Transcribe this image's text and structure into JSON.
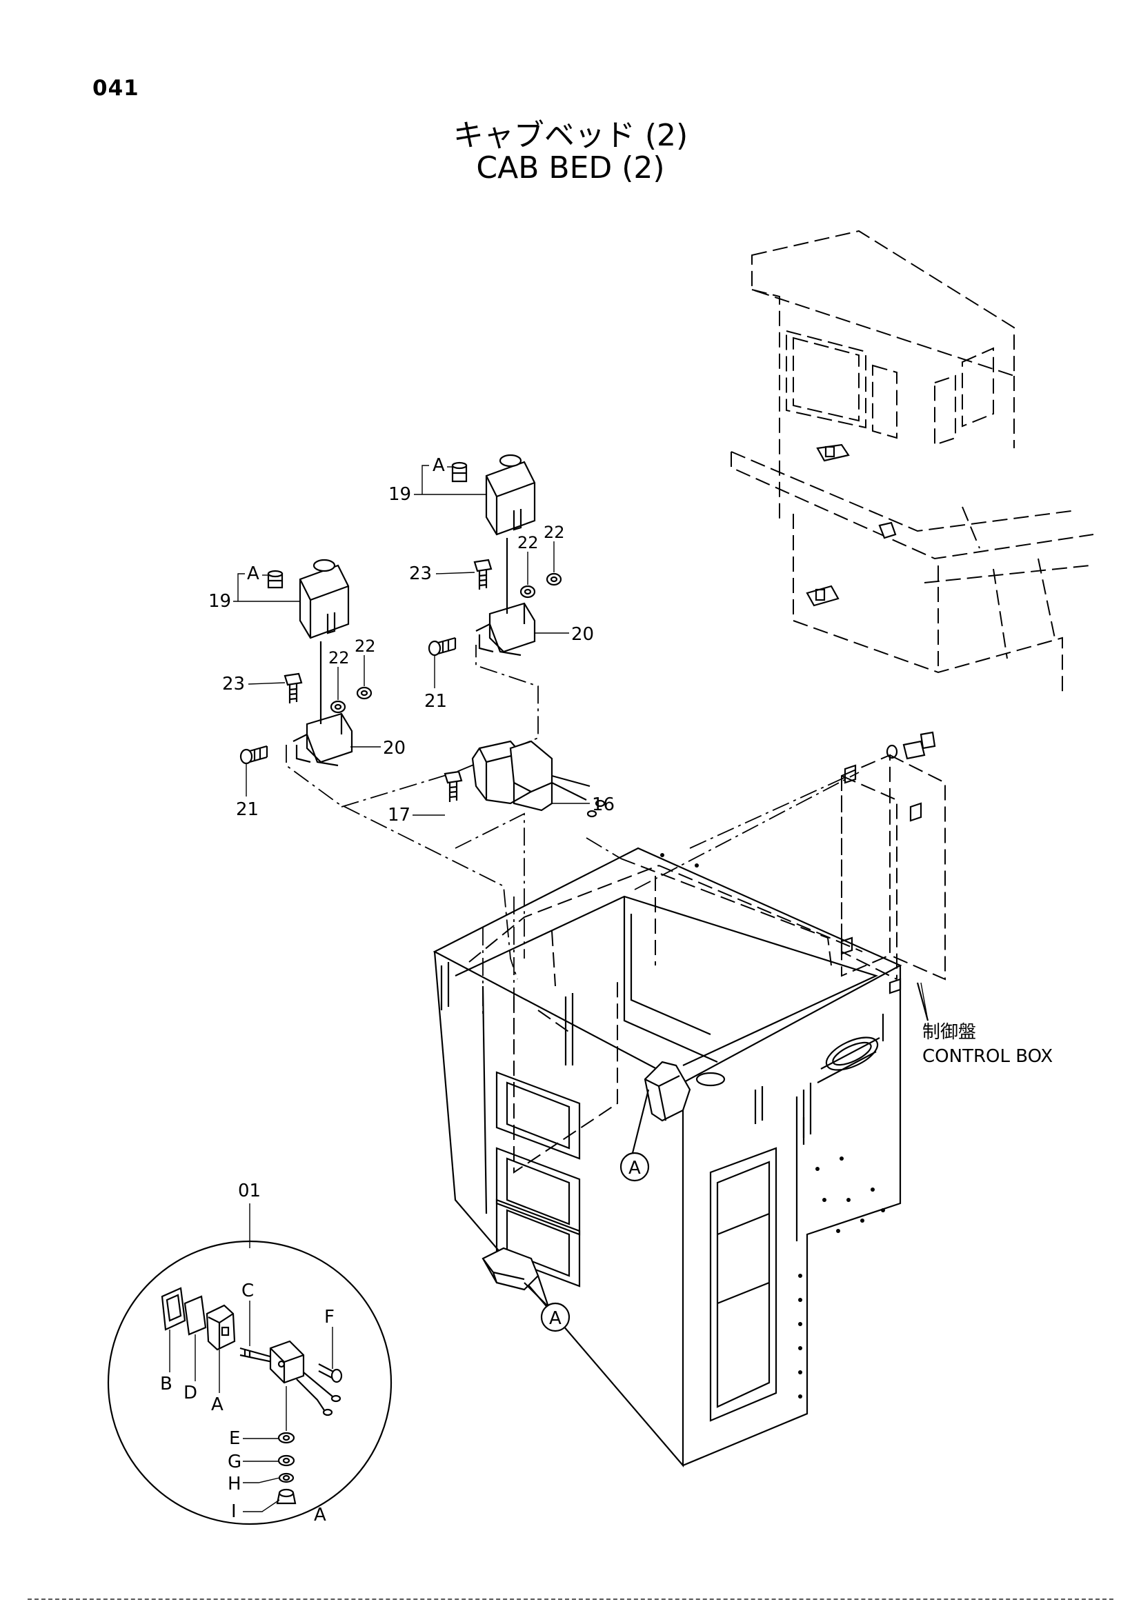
{
  "page": {
    "number": "041",
    "title_ja": "キャブベッド (2)",
    "title_en": "CAB BED (2)"
  },
  "callouts": {
    "p16": "16",
    "p17": "17",
    "p19a": "19",
    "p19b": "19",
    "p20a": "20",
    "p20b": "20",
    "p21a": "21",
    "p21b": "21",
    "p22a": "22",
    "p22b": "22",
    "p22c": "22",
    "p22d": "22",
    "p23a": "23",
    "p23b": "23",
    "ref_a1": "A",
    "ref_a2": "A",
    "circ_a1": "A",
    "circ_a2": "A",
    "detail_num": "01"
  },
  "detail_letters": {
    "a": "A",
    "b": "B",
    "c": "C",
    "d": "D",
    "e": "E",
    "f": "F",
    "g": "G",
    "h": "H",
    "i": "I",
    "a_bottom": "A"
  },
  "control_box": {
    "label_ja": "制御盤",
    "label_en": "CONTROL BOX"
  }
}
